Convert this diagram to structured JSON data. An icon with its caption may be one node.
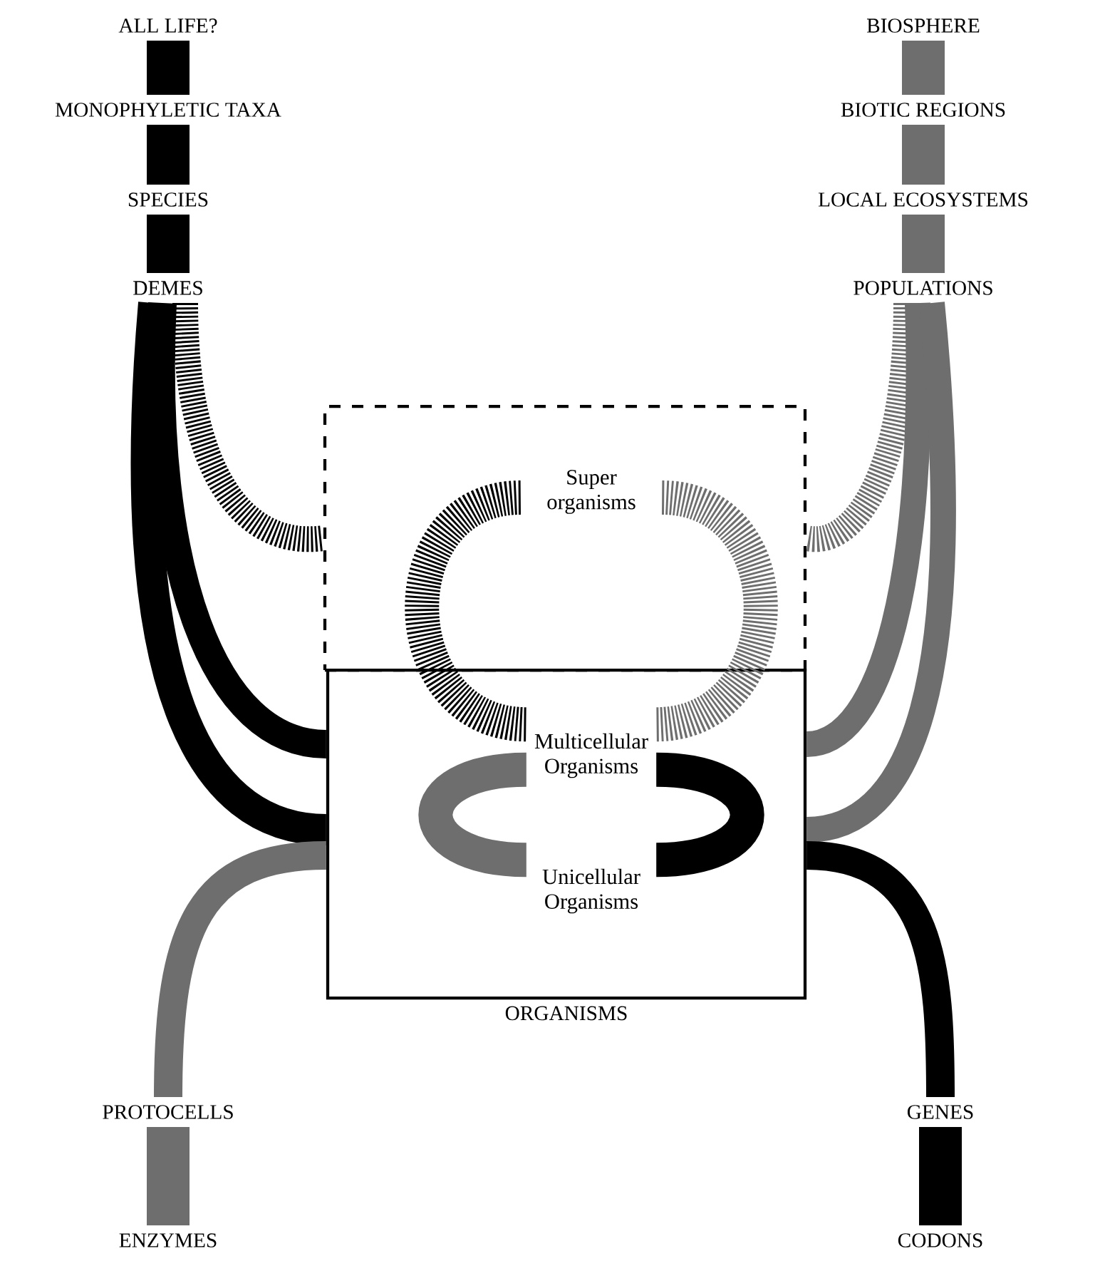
{
  "diagram": {
    "nodes": [
      {
        "text": [
          "ALL LIFE?"
        ]
      },
      {
        "text": [
          "MONOPHYLETIC TAXA"
        ]
      },
      {
        "text": [
          "SPECIES"
        ]
      },
      {
        "text": [
          "DEMES"
        ]
      },
      {
        "text": [
          "BIOSPHERE"
        ]
      },
      {
        "text": [
          "BIOTIC REGIONS"
        ]
      },
      {
        "text": [
          "LOCAL ECOSYSTEMS"
        ]
      },
      {
        "text": [
          "POPULATIONS"
        ]
      },
      {
        "text": [],
        "shape": "box"
      },
      {
        "text": [
          "Super organisms"
        ],
        "in": 8
      },
      {
        "text": [
          "ORGANISMS"
        ]
      },
      {
        "text": [
          "Multicellular Organisms"
        ],
        "in": 10
      },
      {
        "text": [
          "Unicellular Organisms"
        ],
        "in": 10
      },
      {
        "text": [
          "PROTOCELLS"
        ]
      },
      {
        "text": [
          "ENZYMES"
        ]
      },
      {
        "text": [
          "GENES"
        ]
      },
      {
        "text": [
          "CODONS"
        ]
      }
    ],
    "edges": [
      {
        "from": 0,
        "to": 1,
        "arrow": "none",
        "color": "#000000"
      },
      {
        "from": 1,
        "to": 2,
        "arrow": "none",
        "color": "#000000"
      },
      {
        "from": 2,
        "to": 3,
        "arrow": "none",
        "color": "#000000"
      },
      {
        "from": 4,
        "to": 5,
        "arrow": "none",
        "color": "#6e6e6e"
      },
      {
        "from": 5,
        "to": 6,
        "arrow": "none",
        "color": "#6e6e6e"
      },
      {
        "from": 6,
        "to": 7,
        "arrow": "none",
        "color": "#6e6e6e"
      },
      {
        "from": 3,
        "to": 8,
        "arrow": "none",
        "style": "dashed",
        "color": "#000000"
      },
      {
        "from": 3,
        "to": 10,
        "arrow": "none",
        "color": "#000000"
      },
      {
        "from": 3,
        "to": 10,
        "arrow": "none",
        "color": "#000000"
      },
      {
        "from": 7,
        "to": 8,
        "arrow": "none",
        "style": "dashed",
        "color": "#6e6e6e"
      },
      {
        "from": 7,
        "to": 10,
        "arrow": "none",
        "color": "#6e6e6e"
      },
      {
        "from": 7,
        "to": 10,
        "arrow": "none",
        "color": "#6e6e6e"
      },
      {
        "from": 9,
        "to": 11,
        "arrow": "none",
        "style": "dashed",
        "color": "#000000"
      },
      {
        "from": 9,
        "to": 11,
        "arrow": "none",
        "style": "dashed",
        "color": "#6e6e6e"
      },
      {
        "from": 11,
        "to": 12,
        "arrow": "none",
        "color": "#6e6e6e"
      },
      {
        "from": 11,
        "to": 12,
        "arrow": "none",
        "color": "#000000"
      },
      {
        "from": 10,
        "to": 13,
        "arrow": "none",
        "color": "#6e6e6e"
      },
      {
        "from": 10,
        "to": 15,
        "arrow": "none",
        "color": "#000000"
      },
      {
        "from": 13,
        "to": 14,
        "arrow": "none",
        "color": "#6e6e6e"
      },
      {
        "from": 15,
        "to": 16,
        "arrow": "none",
        "color": "#000000"
      }
    ]
  }
}
